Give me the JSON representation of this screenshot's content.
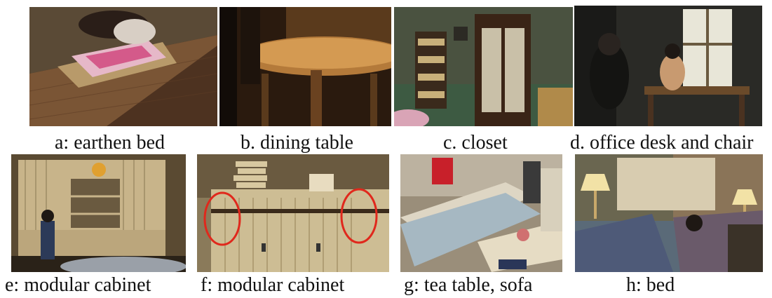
{
  "figure": {
    "panels": [
      {
        "id": "a",
        "caption": "a: earthen bed"
      },
      {
        "id": "b",
        "caption": "b. dining table"
      },
      {
        "id": "c",
        "caption": "c. closet"
      },
      {
        "id": "d",
        "caption": "d. office desk and chair"
      },
      {
        "id": "e",
        "caption": "e: modular cabinet"
      },
      {
        "id": "f",
        "caption": "f: modular cabinet"
      },
      {
        "id": "g",
        "caption": "g: tea table, sofa"
      },
      {
        "id": "h",
        "caption": "h: bed"
      }
    ]
  },
  "colors": {
    "annotation_circle": "#e0281c",
    "caption_text": "#111111"
  }
}
